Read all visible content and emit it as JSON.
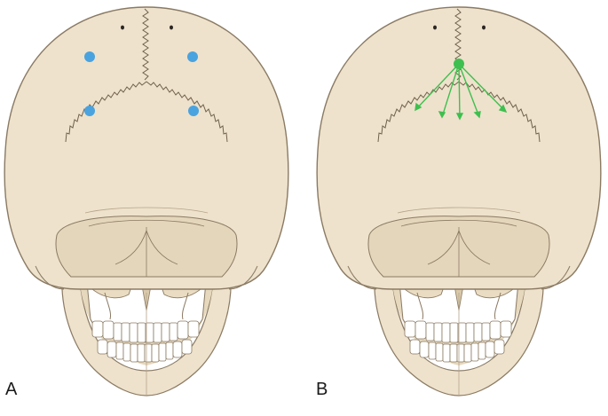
{
  "panels": [
    {
      "label": "A",
      "markers": {
        "color": "#4aa3df",
        "count": 4
      }
    },
    {
      "label": "B",
      "markers": {
        "color": "#3fbf4f",
        "count": 1,
        "arrows": 5
      }
    }
  ],
  "colors": {
    "bone": "#eee2cc",
    "bone_shadow": "#ddcdb0",
    "outline": "#8a7a63",
    "suture": "#6f604c",
    "teeth": "#ffffff",
    "dark": "#2b2622"
  }
}
